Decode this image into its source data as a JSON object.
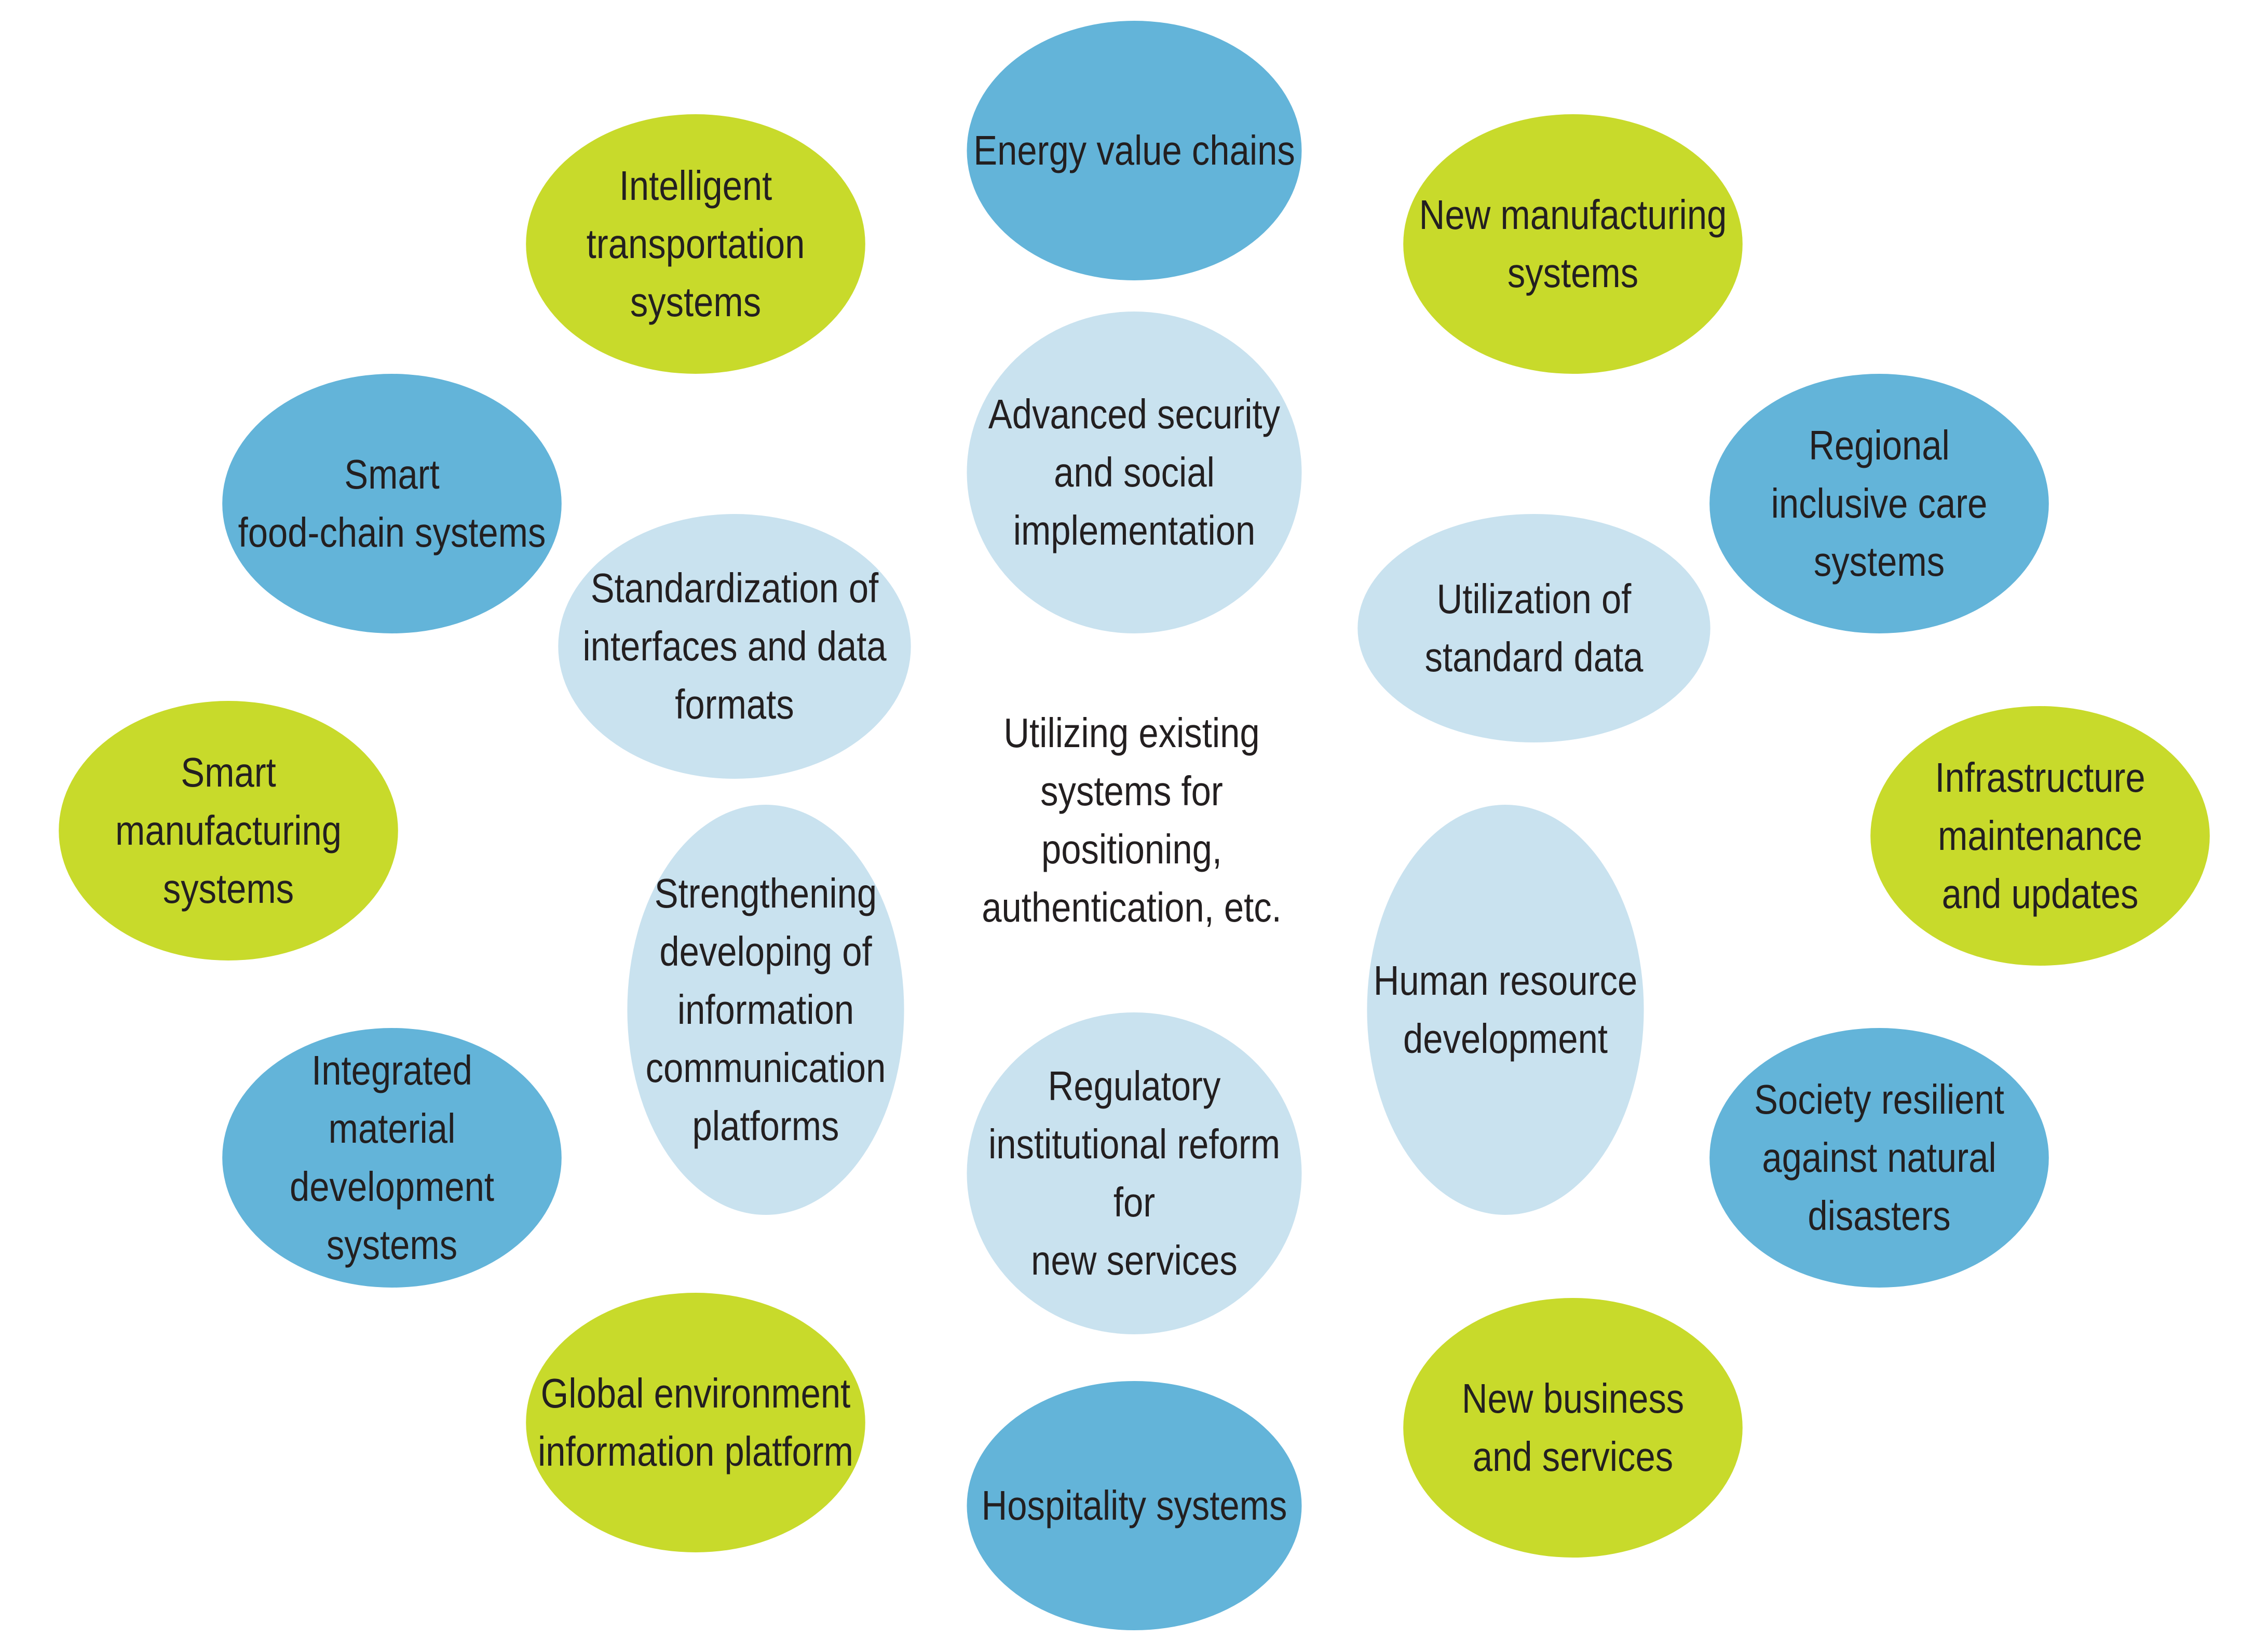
{
  "colors": {
    "green": "#c8da2b",
    "blue": "#63b4d9",
    "light_blue": "#c9e2ef",
    "text": "#231f20",
    "background": "#ffffff"
  },
  "center": {
    "label": "Utilizing existing\nsystems for positioning,\nauthentication, etc."
  },
  "inner_ring": [
    {
      "id": "advanced-security",
      "label": "Advanced security\nand social\nimplementation"
    },
    {
      "id": "utilization-standard-data",
      "label": "Utilization of\nstandard data"
    },
    {
      "id": "human-resource",
      "label": "Human resource\ndevelopment"
    },
    {
      "id": "regulatory-reform",
      "label": "Regulatory\ninstitutional reform for\nnew services"
    },
    {
      "id": "strengthening-platforms",
      "label": "Strengthening\ndeveloping of\ninformation\ncommunication\nplatforms"
    },
    {
      "id": "standardization",
      "label": "Standardization of\ninterfaces and data\nformats"
    }
  ],
  "outer_ring": [
    {
      "id": "energy-value-chains",
      "label": "Energy value chains",
      "color": "blue"
    },
    {
      "id": "new-manufacturing",
      "label": "New manufacturing\nsystems",
      "color": "green"
    },
    {
      "id": "regional-care",
      "label": "Regional\ninclusive care\nsystems",
      "color": "blue"
    },
    {
      "id": "infrastructure-maintenance",
      "label": "Infrastructure\nmaintenance\nand updates",
      "color": "green"
    },
    {
      "id": "society-resilient",
      "label": "Society resilient\nagainst natural\ndisasters",
      "color": "blue"
    },
    {
      "id": "new-business",
      "label": "New business\nand services",
      "color": "green"
    },
    {
      "id": "hospitality-systems",
      "label": "Hospitality systems",
      "color": "blue"
    },
    {
      "id": "global-environment",
      "label": "Global environment\ninformation platform",
      "color": "green"
    },
    {
      "id": "integrated-material",
      "label": "Integrated\nmaterial development\nsystems",
      "color": "blue"
    },
    {
      "id": "smart-manufacturing",
      "label": "Smart\nmanufacturing\nsystems",
      "color": "green"
    },
    {
      "id": "smart-food-chain",
      "label": "Smart\nfood-chain systems",
      "color": "blue"
    },
    {
      "id": "intelligent-transportation",
      "label": "Intelligent\ntransportation\nsystems",
      "color": "green"
    }
  ]
}
